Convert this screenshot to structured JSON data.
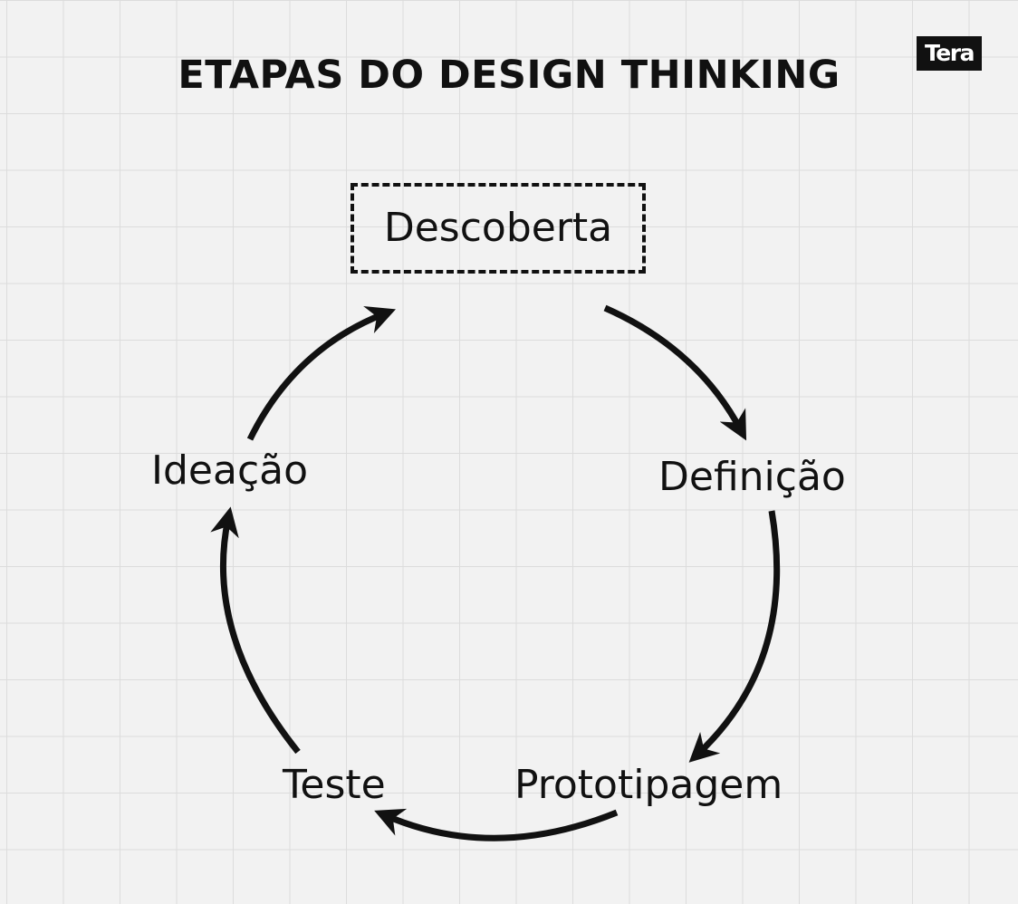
{
  "title": "ETAPAS DO DESIGN THINKING",
  "logo": "Tera",
  "stages": [
    {
      "label": "Descoberta",
      "highlighted": true
    },
    {
      "label": "Definição",
      "highlighted": false
    },
    {
      "label": "Prototipagem",
      "highlighted": false
    },
    {
      "label": "Teste",
      "highlighted": false
    },
    {
      "label": "Ideação",
      "highlighted": false
    }
  ],
  "colors": {
    "background": "#f2f2f2",
    "grid": "#dcdcdc",
    "ink": "#111111",
    "logo_text": "#ffffff"
  }
}
